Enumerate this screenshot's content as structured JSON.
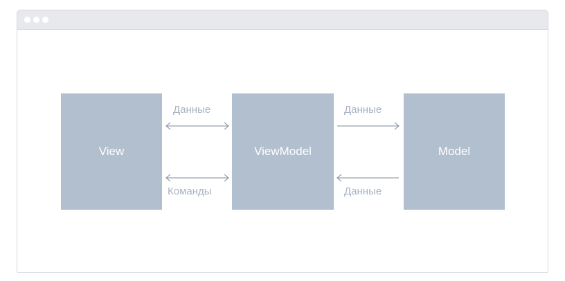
{
  "diagram": {
    "blocks": {
      "view": "View",
      "viewmodel": "ViewModel",
      "model": "Model"
    },
    "labels": {
      "view_vm_top": "Данные",
      "view_vm_bottom": "Команды",
      "vm_model_top": "Данные",
      "vm_model_bottom": "Данные"
    }
  }
}
